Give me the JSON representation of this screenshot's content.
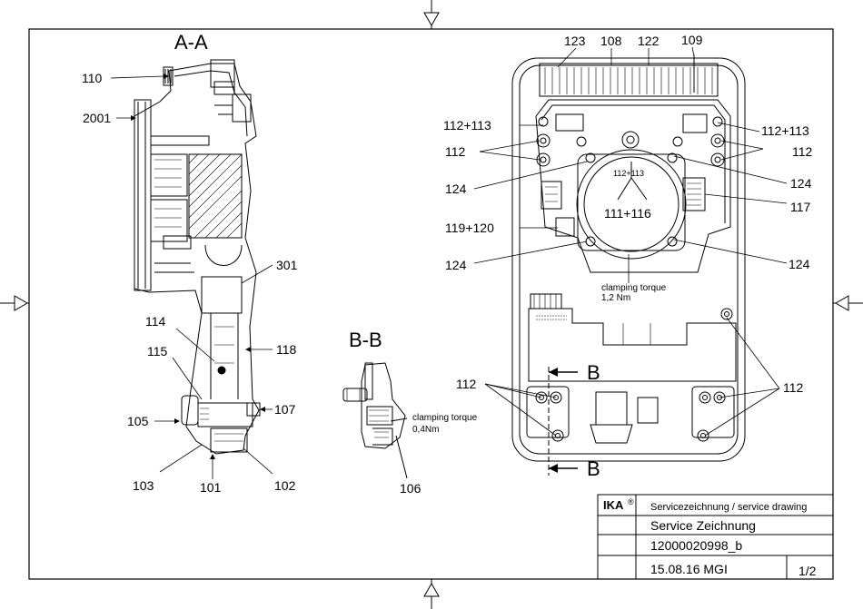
{
  "section_titles": {
    "aa": "A-A",
    "bb": "B-B"
  },
  "left_labels": {
    "l110": "110",
    "l2001": "2001",
    "l301": "301",
    "l114": "114",
    "l115": "115",
    "l118": "118",
    "l105": "105",
    "l107": "107",
    "l103": "103",
    "l101": "101",
    "l102": "102"
  },
  "bb_labels": {
    "torque": "clamping torque",
    "torque_value": "0,4Nm",
    "l106": "106"
  },
  "right_labels": {
    "l123": "123",
    "l108": "108",
    "l122": "122",
    "l109": "109",
    "l112_113_left": "112+113",
    "l112_left": "112",
    "l124_left1": "124",
    "l119_120": "119+120",
    "l124_left2": "124",
    "l112_113_right": "112+113",
    "l112_right": "112",
    "l124_right1": "124",
    "l117": "117",
    "l124_right2": "124",
    "center_small": "112+113",
    "center_big": "111+116",
    "torque": "clamping torque",
    "torque_value": "1,2 Nm",
    "l112_bottom_left": "112",
    "l112_bottom_right": "112",
    "cut_b_top": "B",
    "cut_b_bottom": "B"
  },
  "title_block": {
    "brand": "IKA",
    "brand_mark": "®",
    "drawing_type": "Servicezeichnung / service drawing",
    "title": "Service  Zeichnung",
    "number": "12000020998_b",
    "date_author": "15.08.16  MGI",
    "sheet": "1/2"
  }
}
